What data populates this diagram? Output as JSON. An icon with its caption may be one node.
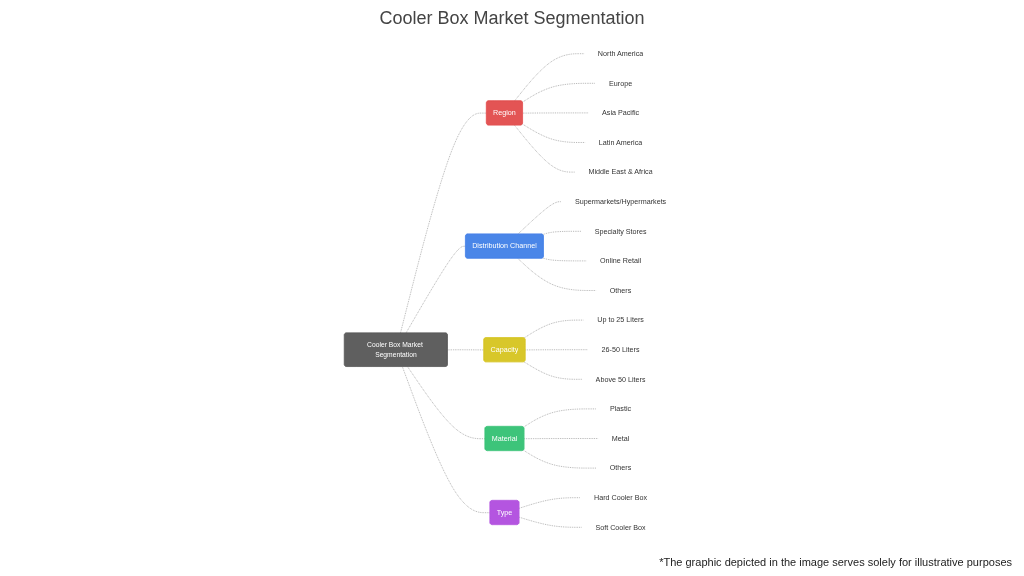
{
  "diagram": {
    "title": "Cooler Box Market Segmentation",
    "caption": "*The graphic depicted in the image serves solely for illustrative purposes",
    "nodes": [
      {
        "text": [
          "Cooler Box Market Segmentation"
        ]
      },
      {
        "text": [
          "Region"
        ]
      },
      {
        "text": [
          "North America"
        ]
      },
      {
        "text": [
          "Europe"
        ]
      },
      {
        "text": [
          "Asia Pacific"
        ]
      },
      {
        "text": [
          "Latin America"
        ]
      },
      {
        "text": [
          "Middle East & Africa"
        ]
      },
      {
        "text": [
          "Distribution Channel"
        ]
      },
      {
        "text": [
          "Supermarkets/Hypermarkets"
        ]
      },
      {
        "text": [
          "Specialty Stores"
        ]
      },
      {
        "text": [
          "Online Retail"
        ]
      },
      {
        "text": [
          "Others"
        ]
      },
      {
        "text": [
          "Capacity"
        ]
      },
      {
        "text": [
          "Up to 25 Liters"
        ]
      },
      {
        "text": [
          "26-50 Liters"
        ]
      },
      {
        "text": [
          "Above 50 Liters"
        ]
      },
      {
        "text": [
          "Material"
        ]
      },
      {
        "text": [
          "Plastic"
        ]
      },
      {
        "text": [
          "Metal"
        ]
      },
      {
        "text": [
          "Others"
        ]
      },
      {
        "text": [
          "Type"
        ]
      },
      {
        "text": [
          "Hard Cooler Box"
        ]
      },
      {
        "text": [
          "Soft Cooler Box"
        ]
      }
    ],
    "edges": [
      {
        "from": 0,
        "to": 1,
        "arrow": "none",
        "style": "dashed"
      },
      {
        "from": 1,
        "to": 2,
        "arrow": "none",
        "style": "dashed"
      },
      {
        "from": 1,
        "to": 3,
        "arrow": "none",
        "style": "dashed"
      },
      {
        "from": 1,
        "to": 4,
        "arrow": "none",
        "style": "dashed"
      },
      {
        "from": 1,
        "to": 5,
        "arrow": "none",
        "style": "dashed"
      },
      {
        "from": 1,
        "to": 6,
        "arrow": "none",
        "style": "dashed"
      },
      {
        "from": 0,
        "to": 7,
        "arrow": "none",
        "style": "dashed"
      },
      {
        "from": 7,
        "to": 8,
        "arrow": "none",
        "style": "dashed"
      },
      {
        "from": 7,
        "to": 9,
        "arrow": "none",
        "style": "dashed"
      },
      {
        "from": 7,
        "to": 10,
        "arrow": "none",
        "style": "dashed"
      },
      {
        "from": 7,
        "to": 11,
        "arrow": "none",
        "style": "dashed"
      },
      {
        "from": 0,
        "to": 12,
        "arrow": "none",
        "style": "dashed"
      },
      {
        "from": 12,
        "to": 13,
        "arrow": "none",
        "style": "dashed"
      },
      {
        "from": 12,
        "to": 14,
        "arrow": "none",
        "style": "dashed"
      },
      {
        "from": 12,
        "to": 15,
        "arrow": "none",
        "style": "dashed"
      },
      {
        "from": 0,
        "to": 16,
        "arrow": "none",
        "style": "dashed"
      },
      {
        "from": 16,
        "to": 17,
        "arrow": "none",
        "style": "dashed"
      },
      {
        "from": 16,
        "to": 18,
        "arrow": "none",
        "style": "dashed"
      },
      {
        "from": 16,
        "to": 19,
        "arrow": "none",
        "style": "dashed"
      },
      {
        "from": 0,
        "to": 20,
        "arrow": "none",
        "style": "dashed"
      },
      {
        "from": 20,
        "to": 21,
        "arrow": "none",
        "style": "dashed"
      },
      {
        "from": 20,
        "to": 22,
        "arrow": "none",
        "style": "dashed"
      }
    ]
  }
}
